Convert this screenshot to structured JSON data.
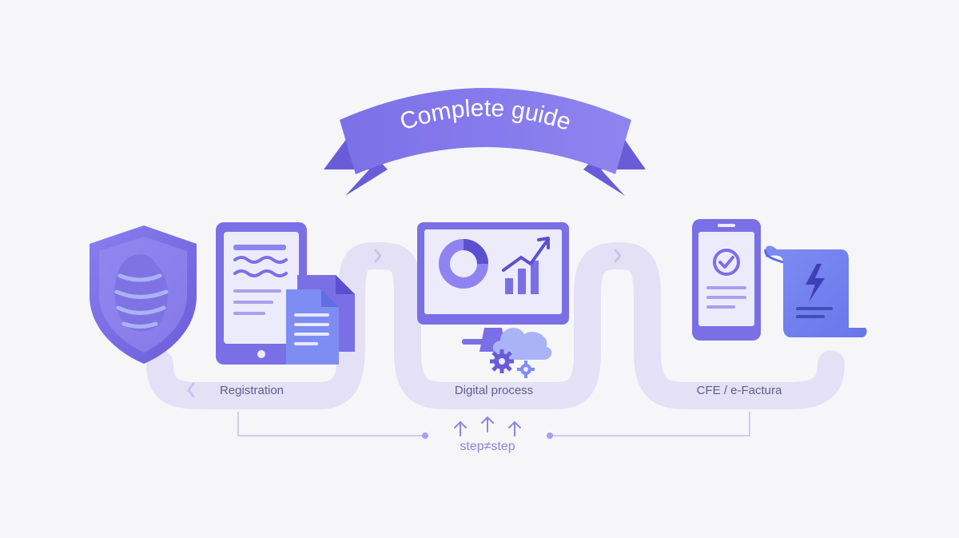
{
  "banner": {
    "title": "Complete guide"
  },
  "steps": [
    {
      "label": "Registration"
    },
    {
      "label": "Digital process"
    },
    {
      "label": "CFE / e-Factura"
    }
  ],
  "footer": {
    "caption": "step step",
    "separator": "≠"
  },
  "colors": {
    "background": "#f6f6f8",
    "accent": "#7b6fe6",
    "accent_dark": "#5c4fcf",
    "accent_light": "#a99ff0",
    "path": "#e4e1f6",
    "line": "#c9c4ee",
    "text": "#5b5f86"
  },
  "icons": [
    "shield-icon",
    "tablet-document-icon",
    "documents-icon",
    "monitor-chart-icon",
    "cloud-icon",
    "gears-icon",
    "phone-check-icon",
    "receipt-bolt-icon"
  ]
}
